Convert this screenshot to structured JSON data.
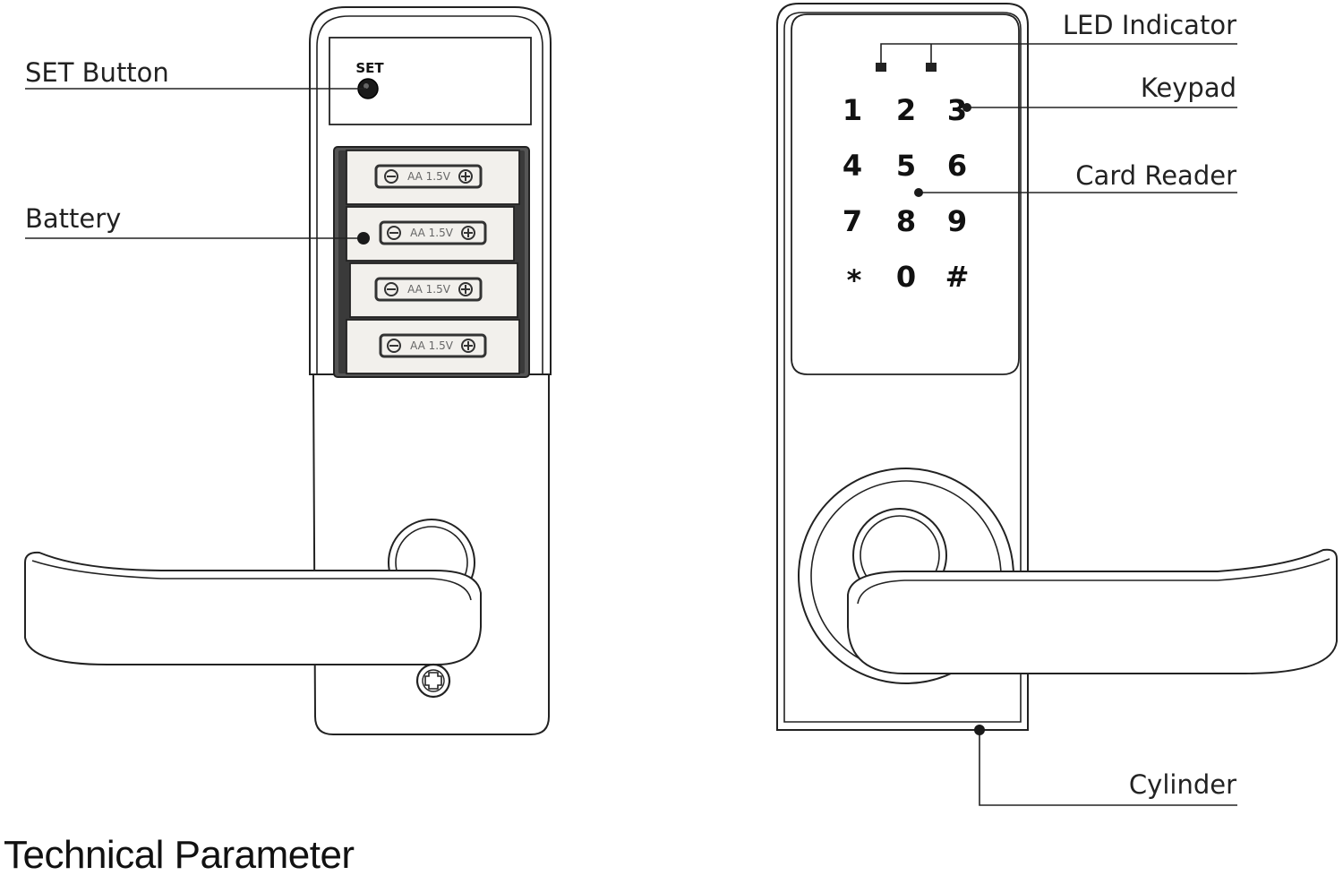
{
  "labels": {
    "set_button": "SET Button",
    "battery": "Battery",
    "led_indicator": "LED Indicator",
    "keypad": "Keypad",
    "card_reader": "Card Reader",
    "cylinder": "Cylinder"
  },
  "back_panel": {
    "set_marking": "SET",
    "battery_marking": "AA 1.5V",
    "battery_count": 4
  },
  "keypad": {
    "keys": [
      "1",
      "2",
      "3",
      "4",
      "5",
      "6",
      "7",
      "8",
      "9",
      "*",
      "0",
      "#"
    ]
  },
  "footer": {
    "section_title": "Technical Parameter"
  }
}
